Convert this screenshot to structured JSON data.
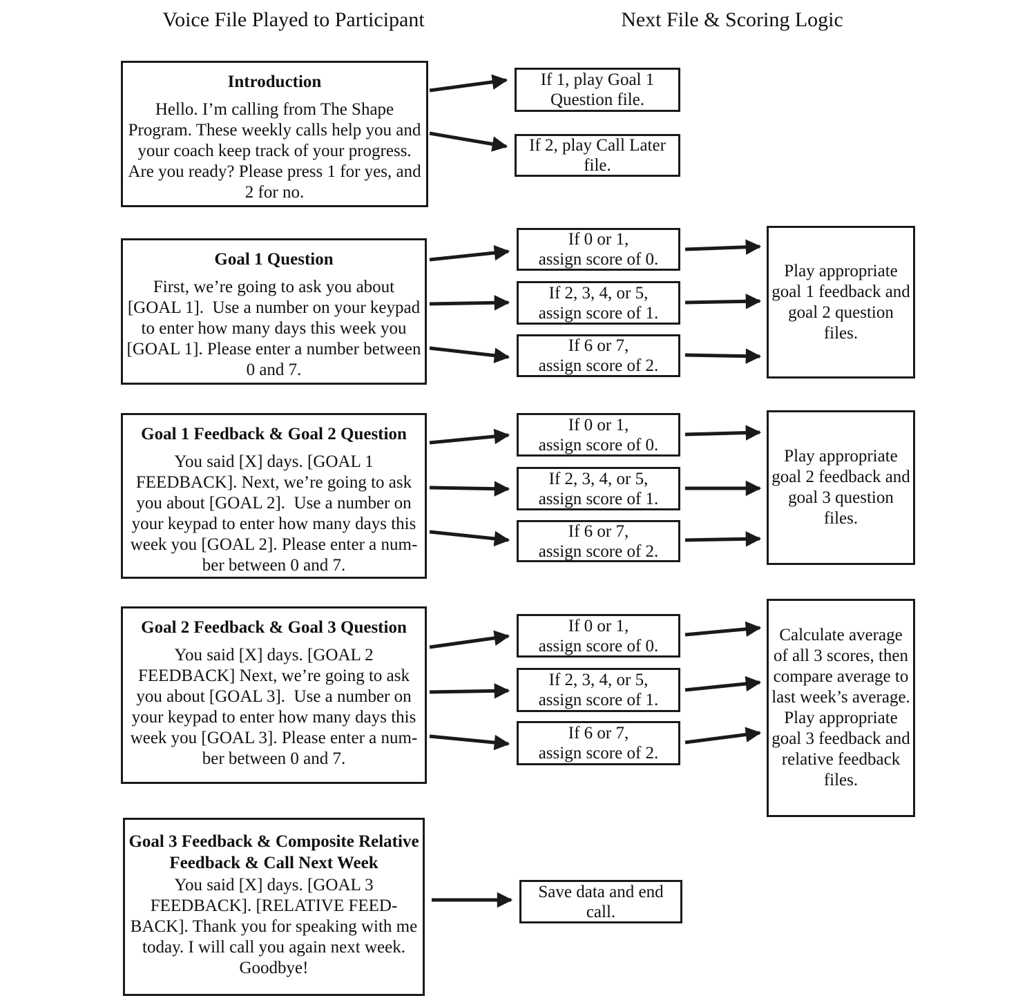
{
  "headers": {
    "left": "Voice File Played to Participant",
    "right": "Next File & Scoring Logic"
  },
  "rows": [
    {
      "voice_file": {
        "title": "Introduction",
        "body": "Hello. I’m calling from The Shape\nProgram. These weekly calls help you and\nyour coach keep track of your progress.\nAre you ready? Please press 1 for yes, and\n2 for no."
      },
      "outcomes": [
        "If 1, play Goal 1\nQuestion file.",
        "If 2, play Call Later\nfile."
      ]
    },
    {
      "voice_file": {
        "title": "Goal 1 Question",
        "body": "First, we’re going to ask you about\n[GOAL 1].  Use a number on your keypad\nto enter how many days this week you\n[GOAL 1]. Please enter a number between\n0 and 7."
      },
      "scoring": [
        "If 0 or 1,\nassign score of 0.",
        "If 2, 3, 4, or 5,\nassign score of 1.",
        "If 6 or 7,\nassign score of 2."
      ],
      "result": "Play appropriate\ngoal 1 feedback and\ngoal 2 question files."
    },
    {
      "voice_file": {
        "title": "Goal 1 Feedback & Goal 2 Question",
        "body": "You said [X] days. [GOAL 1\nFEEDBACK]. Next, we’re going to ask\nyou about [GOAL 2].  Use a number on\nyour keypad to enter how many days this\nweek you [GOAL 2]. Please enter a num-\nber between 0 and 7."
      },
      "scoring": [
        "If 0 or 1,\nassign score of 0.",
        "If 2, 3, 4, or 5,\nassign score of 1.",
        "If 6 or 7,\nassign score of 2."
      ],
      "result": "Play appropriate\ngoal 2 feedback and\ngoal 3 question files."
    },
    {
      "voice_file": {
        "title": "Goal 2 Feedback & Goal 3 Question",
        "body": "You said [X] days. [GOAL 2\nFEEDBACK] Next, we’re going to ask\nyou about [GOAL 3].  Use a number on\nyour keypad to enter how many days this\nweek you [GOAL 3]. Please enter a num-\nber between 0 and 7."
      },
      "scoring": [
        "If 0 or 1,\nassign score of 0.",
        "If 2, 3, 4, or 5,\nassign score of 1.",
        "If 6 or 7,\nassign score of 2."
      ],
      "result": "Calculate average\nof all 3 scores, then\ncompare average to\nlast week’s average.\nPlay appropriate\ngoal 3 feedback and\nrelative feedback\nfiles."
    },
    {
      "voice_file": {
        "title": "Goal 3 Feedback & Composite Relative\nFeedback & Call Next Week",
        "body": "You said [X] days. [GOAL 3\nFEEDBACK]. [RELATIVE FEED-\nBACK]. Thank you for speaking with me\ntoday. I will call you again next week.\nGoodbye!"
      },
      "outcomes": [
        "Save data and end\ncall."
      ]
    }
  ]
}
